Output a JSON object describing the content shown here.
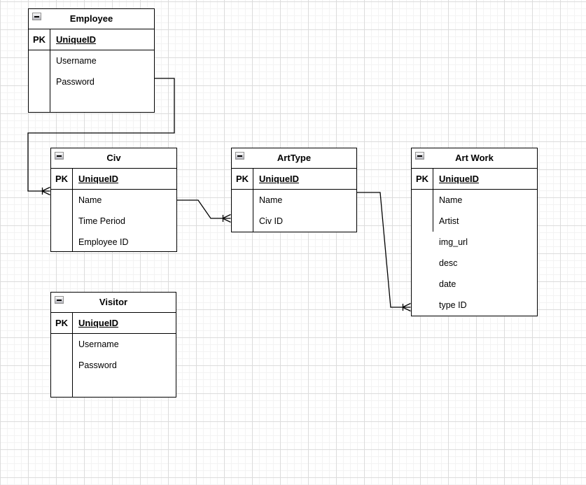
{
  "canvas": {
    "background_color": "#ffffff",
    "grid_minor_color": "#f3f3f3",
    "grid_major_color": "#dcdcdc",
    "line_color": "#000000"
  },
  "entities": {
    "employee": {
      "title": "Employee",
      "pk_label": "PK",
      "pk_field": "UniqueID",
      "fields": [
        "Username",
        "Password"
      ]
    },
    "civ": {
      "title": "Civ",
      "pk_label": "PK",
      "pk_field": "UniqueID",
      "fields": [
        "Name",
        "Time Period",
        "Employee ID"
      ]
    },
    "arttype": {
      "title": "ArtType",
      "pk_label": "PK",
      "pk_field": "UniqueID",
      "fields": [
        "Name",
        "Civ ID"
      ]
    },
    "artwork": {
      "title": "Art Work",
      "pk_label": "PK",
      "pk_field": "UniqueID",
      "fields": [
        "Name",
        "Artist",
        "img_url",
        "desc",
        "date",
        "type ID"
      ]
    },
    "visitor": {
      "title": "Visitor",
      "pk_label": "PK",
      "pk_field": "UniqueID",
      "fields": [
        "Username",
        "Password"
      ]
    }
  },
  "connectors": [
    {
      "from": "Employee",
      "to": "Civ",
      "end_marker": "crow-foot-many"
    },
    {
      "from": "Civ",
      "to": "ArtType",
      "end_marker": "crow-foot-many"
    },
    {
      "from": "ArtType",
      "to": "Art Work",
      "end_marker": "crow-foot-many"
    }
  ],
  "icons": {
    "collapse": "minus"
  }
}
